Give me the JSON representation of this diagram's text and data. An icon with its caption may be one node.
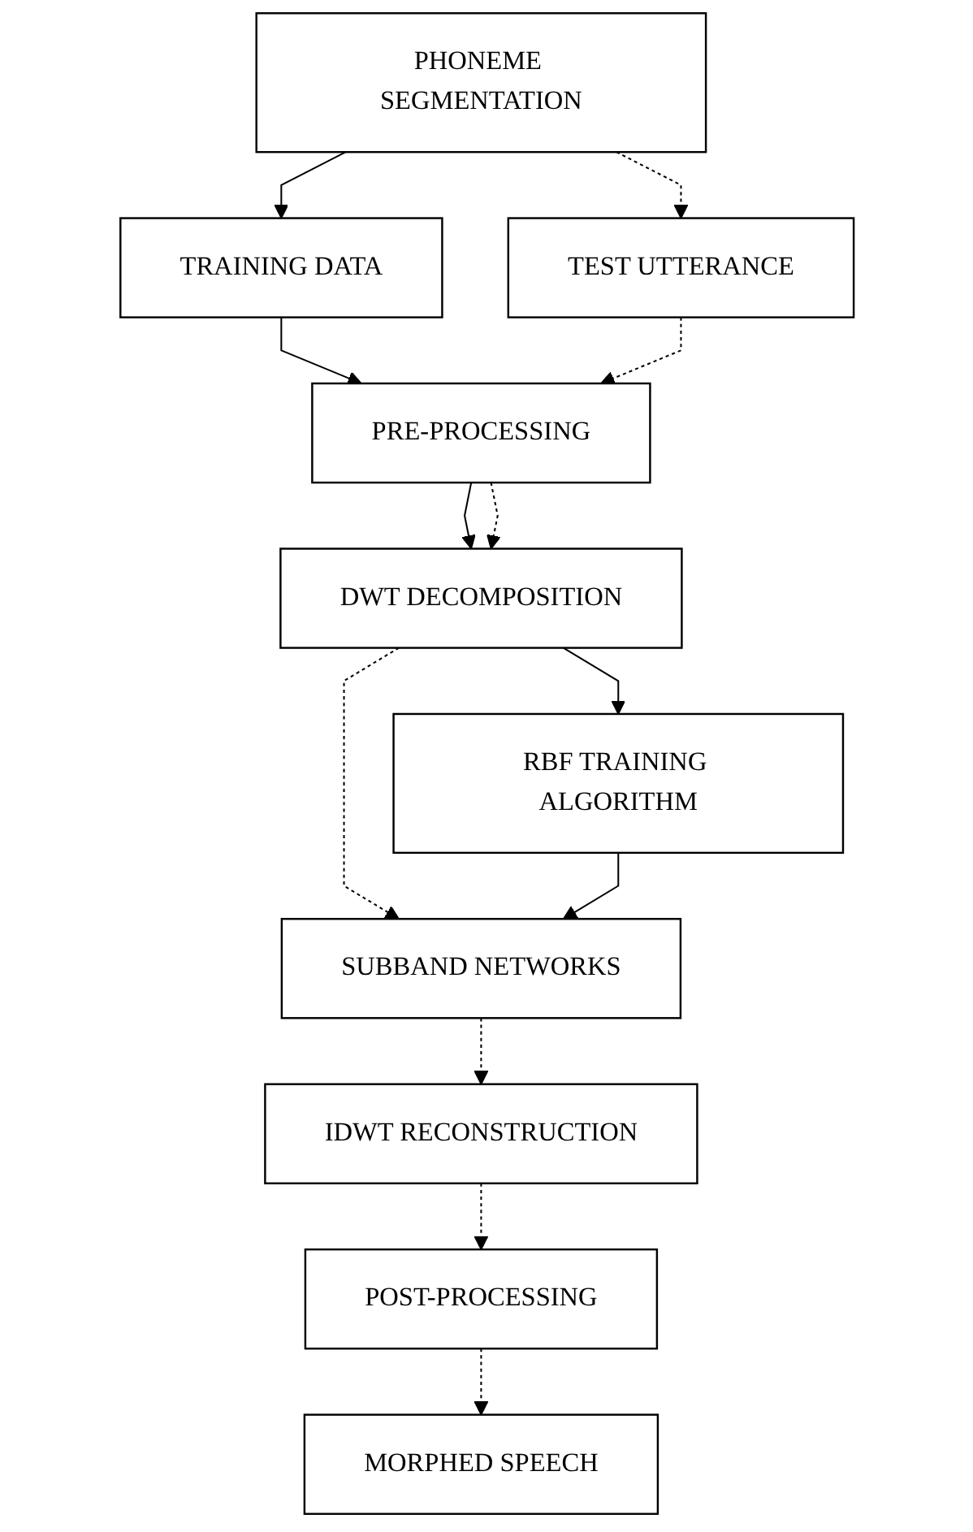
{
  "diagram": {
    "nodes": [
      {
        "text": [
          "PHONEME SEGMENTATION"
        ]
      },
      {
        "text": [
          "TRAINING DATA"
        ]
      },
      {
        "text": [
          "TEST UTTERANCE"
        ]
      },
      {
        "text": [
          "PRE-PROCESSING"
        ]
      },
      {
        "text": [
          "DWT DECOMPOSITION"
        ]
      },
      {
        "text": [
          "RBF TRAINING ALGORITHM"
        ]
      },
      {
        "text": [
          "SUBBAND NETWORKS"
        ]
      },
      {
        "text": [
          "IDWT RECONSTRUCTION"
        ]
      },
      {
        "text": [
          "POST-PROCESSING"
        ]
      },
      {
        "text": [
          "MORPHED SPEECH"
        ]
      }
    ],
    "edges": [
      {
        "from": 0,
        "to": 1,
        "arrow": "to"
      },
      {
        "from": 0,
        "to": 2,
        "arrow": "to",
        "style": "dashed"
      },
      {
        "from": 1,
        "to": 3,
        "arrow": "to"
      },
      {
        "from": 2,
        "to": 3,
        "arrow": "to",
        "style": "dashed"
      },
      {
        "from": 3,
        "to": 4,
        "arrow": "to"
      },
      {
        "from": 3,
        "to": 4,
        "arrow": "to",
        "style": "dashed"
      },
      {
        "from": 4,
        "to": 5,
        "arrow": "to"
      },
      {
        "from": 4,
        "to": 6,
        "arrow": "to",
        "style": "dashed"
      },
      {
        "from": 5,
        "to": 6,
        "arrow": "to"
      },
      {
        "from": 6,
        "to": 7,
        "arrow": "to",
        "style": "dashed"
      },
      {
        "from": 7,
        "to": 8,
        "arrow": "to",
        "style": "dashed"
      },
      {
        "from": 8,
        "to": 9,
        "arrow": "to",
        "style": "dashed"
      }
    ]
  }
}
